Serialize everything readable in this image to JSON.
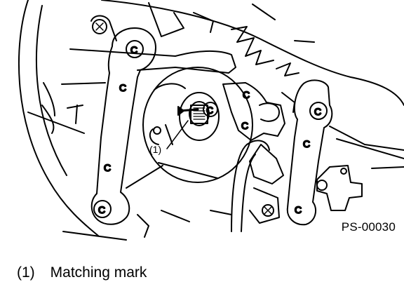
{
  "figure": {
    "callout_number": "(1)",
    "figure_id": "PS-00030"
  },
  "legend": {
    "items": [
      {
        "number": "(1)",
        "text": "Matching mark"
      }
    ]
  },
  "icons": [
    "bracket-bolt-icon",
    "steering-shaft-icon",
    "matching-mark-arrow-icon"
  ]
}
